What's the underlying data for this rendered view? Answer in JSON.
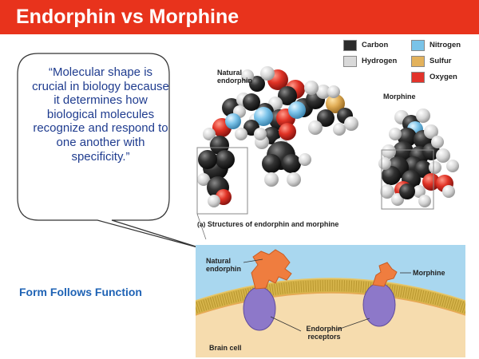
{
  "slide": {
    "title": "Endorphin vs Morphine",
    "title_bar_color": "#e8331c",
    "quote": "“Molecular shape is crucial in biology because it determines how biological molecules recognize and respond to one another with specificity.”",
    "form_follows": "Form Follows Function"
  },
  "legend": {
    "items": [
      {
        "label": "Carbon",
        "color": "#2b2b2b"
      },
      {
        "label": "Nitrogen",
        "color": "#79c3e8"
      },
      {
        "label": "Hydrogen",
        "color": "#d9d9d9"
      },
      {
        "label": "Sulfur",
        "color": "#e3b25c"
      },
      {
        "label": "Oxygen",
        "color": "#e2332b"
      }
    ]
  },
  "figure_a": {
    "natural_endorphin_label": "Natural endorphin",
    "morphine_label": "Morphine",
    "caption_part": "(a)",
    "caption": "Structures of endorphin and morphine"
  },
  "figure_b": {
    "natural_endorphin_label": "Natural endorphin",
    "morphine_label": "Morphine",
    "receptors_label": "Endorphin receptors",
    "brain_cell_label": "Brain cell",
    "colors": {
      "extracellular": "#a9d7ef",
      "membrane": "#d6b44b",
      "cell_interior": "#f6dcae",
      "receptor": "#8d78c9",
      "ligand": "#ef7d3f"
    }
  }
}
